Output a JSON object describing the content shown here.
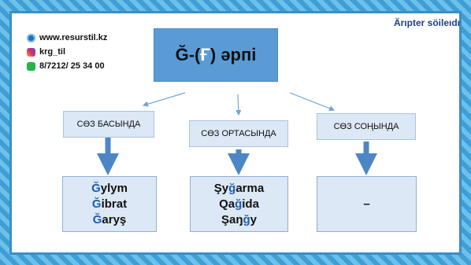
{
  "contacts": {
    "website": "www.resurstil.kz",
    "instagram": "krg_til",
    "phone": "8/7212/ 25 34 00"
  },
  "tagline": "Ärıpter söileıdı",
  "title": {
    "main": "Ğ-(",
    "special": "Ғ",
    "close": ") әрпі"
  },
  "columns": [
    {
      "header": "СӨЗ БАСЫНДА",
      "words": [
        {
          "pre": "",
          "hl": "Ğ",
          "post": "ylym"
        },
        {
          "pre": "",
          "hl": "Ğ",
          "post": "ibrat"
        },
        {
          "pre": "",
          "hl": "Ğ",
          "post": "aryş"
        }
      ]
    },
    {
      "header": "СӨЗ ОРТАСЫНДА",
      "words": [
        {
          "pre": "Şy",
          "hl": "ğ",
          "post": "arma"
        },
        {
          "pre": "Qa",
          "hl": "ğ",
          "post": "ida"
        },
        {
          "pre": "Şaŋ",
          "hl": "ğ",
          "post": "y"
        }
      ]
    },
    {
      "header": "СӨЗ СОҢЫНДА",
      "empty_mark": "–"
    }
  ],
  "colors": {
    "accent": "#5b9bd5",
    "highlight": "#1a5fb4",
    "frame": "#3f9fd4"
  }
}
